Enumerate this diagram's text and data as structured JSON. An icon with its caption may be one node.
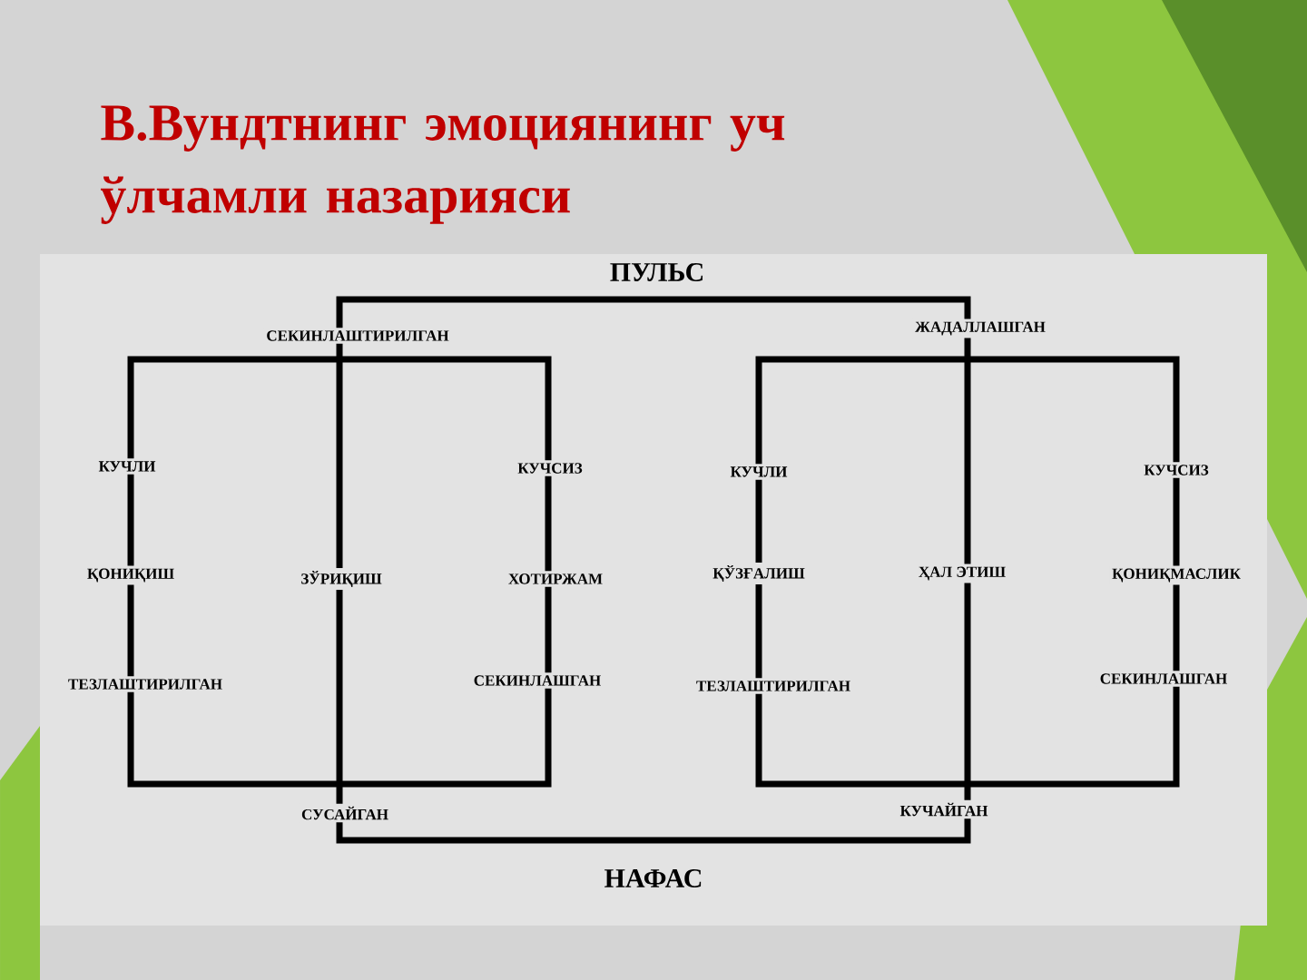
{
  "diagram": {
    "title": "В.Вундтнинг эмоциянинг уч ўлчамли назарияси",
    "labels": [
      "ПУЛЬС",
      "СЕКИНЛАШТИРИЛГАН",
      "ЖАДАЛЛАШГАН",
      "КУЧЛИ",
      "КУЧСИЗ",
      "КУЧЛИ",
      "КУЧСИЗ",
      "ҚОНИҚИШ",
      "ЗЎРИҚИШ",
      "ХОТИРЖАМ",
      "ҚЎЗҒАЛИШ",
      "ҲАЛ ЭТИШ",
      "ҚОНИҚМАСЛИК",
      "ТЕЗЛАШТИРИЛГАН",
      "СЕКИНЛАШГАН",
      "ТЕЗЛАШТИРИЛГАН",
      "СЕКИНЛАШГАН",
      "СУСАЙГАН",
      "КУЧАЙГАН",
      "НАФАС"
    ]
  }
}
